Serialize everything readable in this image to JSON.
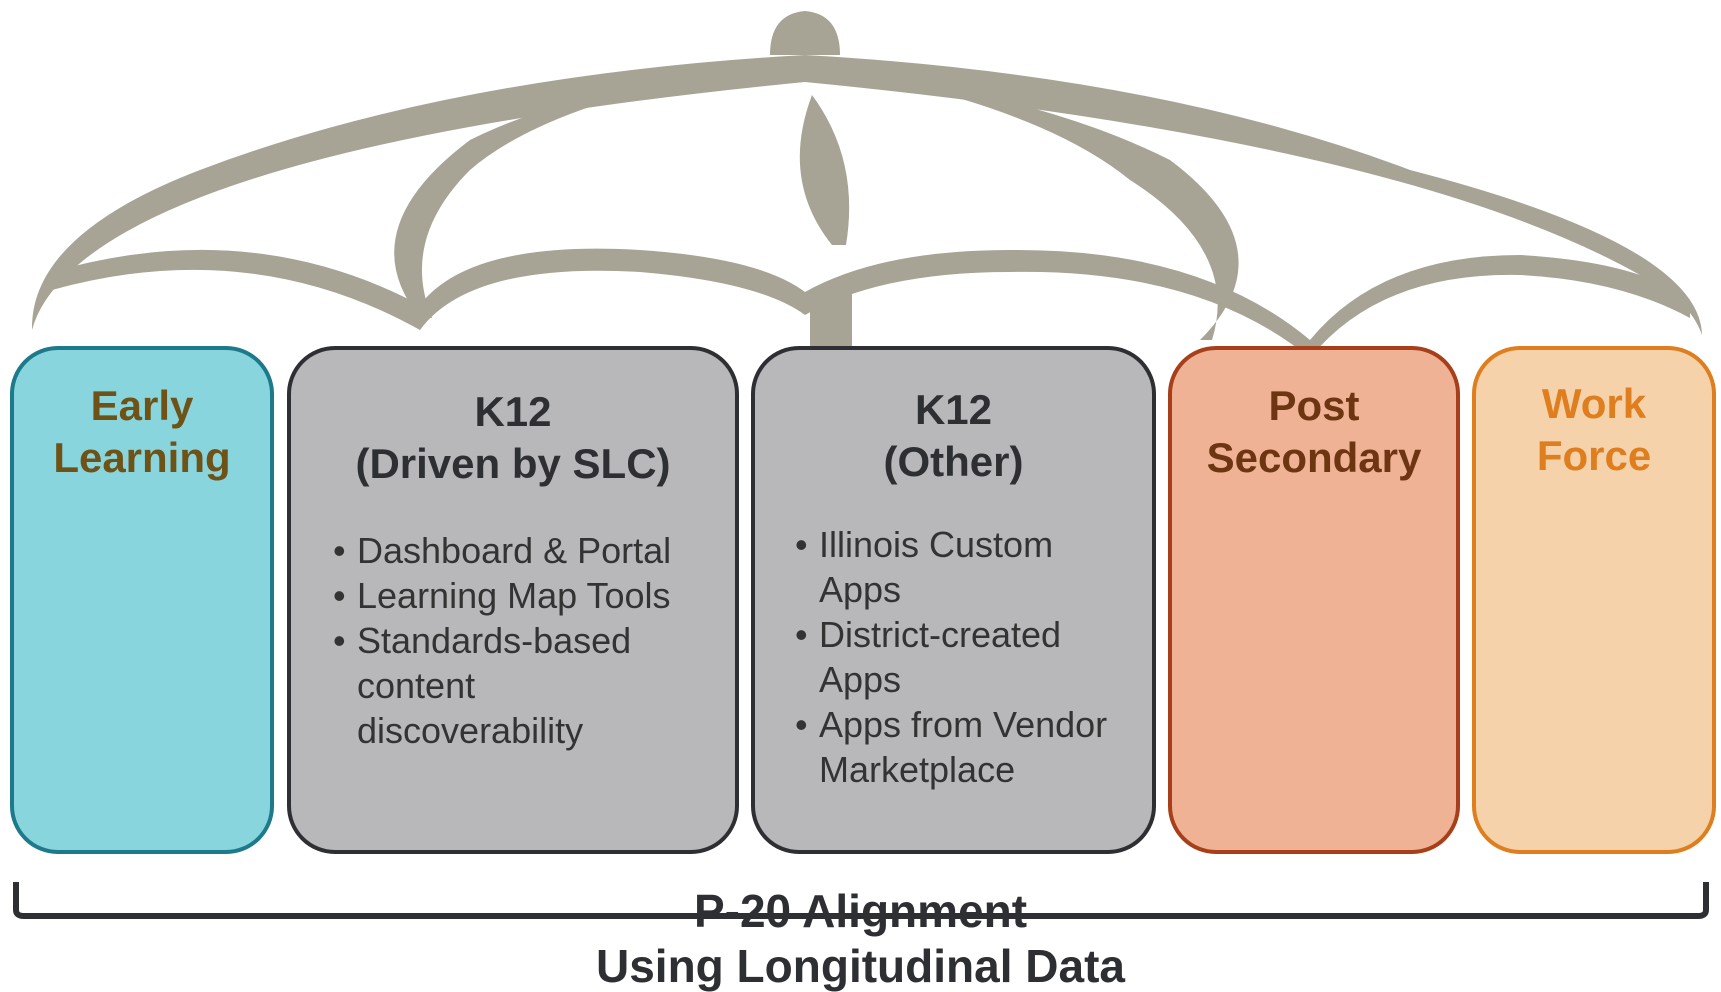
{
  "boxes": {
    "early": {
      "title_lines": [
        "Early",
        "Learning"
      ]
    },
    "k12_slc": {
      "title_lines": [
        "K12",
        "(Driven by SLC)"
      ],
      "bullets": [
        "Dashboard & Portal",
        "Learning Map Tools",
        "Standards-based content discoverability"
      ]
    },
    "k12_other": {
      "title_lines": [
        "K12",
        "(Other)"
      ],
      "bullets": [
        "Illinois Custom Apps",
        "District-created Apps",
        "Apps from Vendor Marketplace"
      ]
    },
    "post": {
      "title_lines": [
        "Post",
        "Secondary"
      ]
    },
    "work": {
      "title_lines": [
        "Work",
        "Force"
      ]
    }
  },
  "footer": {
    "line1": "P-20 Alignment",
    "line2": "Using Longitudinal Data"
  },
  "colors": {
    "umbrella": "#a7a496",
    "early_fill": "#88d5de",
    "early_border": "#1c7a8a",
    "k12_fill": "#b8b8bb",
    "k12_border": "#2e2f33",
    "post_fill": "#efb294",
    "post_border": "#a7401a",
    "work_fill": "#f6d2aa",
    "work_border": "#de7e1e"
  }
}
